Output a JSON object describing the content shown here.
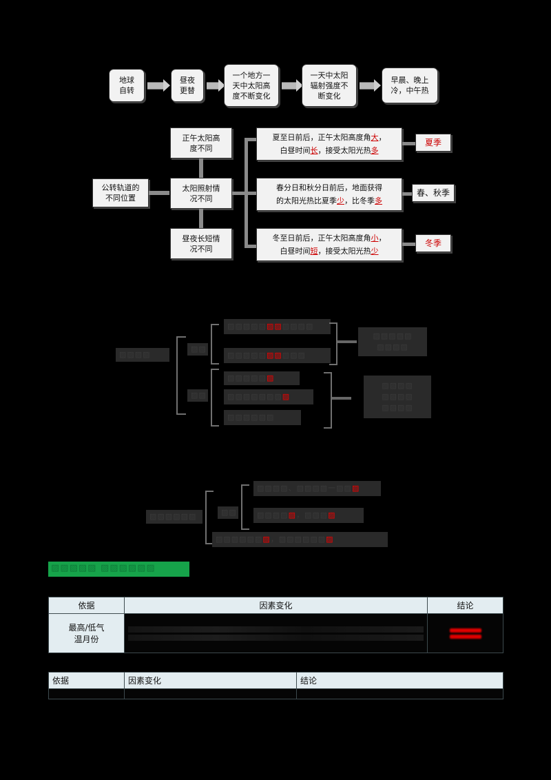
{
  "document": {
    "background": "#000000",
    "page_size": "800x1132"
  },
  "flow1": {
    "name": "earth-rotation-flow",
    "nodes": [
      {
        "id": "n1",
        "lines": [
          "地球",
          "自转"
        ]
      },
      {
        "id": "n2",
        "lines": [
          "昼夜",
          "更替"
        ]
      },
      {
        "id": "n3",
        "lines": [
          "一个地方一",
          "天中太阳高",
          "度不断变化"
        ]
      },
      {
        "id": "n4",
        "lines": [
          "一天中太阳",
          "辐射强度不",
          "断变化"
        ]
      },
      {
        "id": "n5",
        "lines": [
          "早晨、晚上",
          "冷，中午热"
        ]
      }
    ]
  },
  "flow2": {
    "name": "revolution-seasons-flow",
    "root": {
      "lines": [
        "公转轨道的",
        "不同位置"
      ]
    },
    "middle": [
      {
        "lines": [
          "正午太阳高",
          "度不同"
        ]
      },
      {
        "lines": [
          "太阳照射情",
          "况不同"
        ]
      },
      {
        "lines": [
          "昼夜长短情",
          "况不同"
        ]
      }
    ],
    "details": [
      {
        "line1_a": "夏至日前后，正午太阳高度角",
        "line1_hl": "大",
        "line1_b": "，",
        "line2_a": "白昼时间",
        "line2_hl1": "长",
        "line2_b": "，接受太阳光热",
        "line2_hl2": "多"
      },
      {
        "line1_a": "春分日和秋分日前后，地面获得",
        "line1_hl": "",
        "line1_b": "",
        "line2_a": "的太阳光热比夏季",
        "line2_hl1": "少",
        "line2_b": "，比冬季",
        "line2_hl2": "多"
      },
      {
        "line1_a": "冬至日前后，正午太阳高度角",
        "line1_hl": "小",
        "line1_b": "，",
        "line2_a": "白昼时间",
        "line2_hl1": "短",
        "line2_b": "，接受太阳光热",
        "line2_hl2": "少"
      }
    ],
    "results": [
      {
        "text": "夏季",
        "color": "#cc0000"
      },
      {
        "text": "春、秋季",
        "color": "#111111"
      },
      {
        "text": "冬季",
        "color": "#cc0000"
      }
    ]
  },
  "flow3": {
    "name": "faded-diagram-upper",
    "note": "text illegible in scan",
    "root_label": "▨▨▨▨",
    "branch_labels": [
      "▨▨",
      "▨▨"
    ],
    "items_top": [
      {
        "pre": "▨▨▨▨▨",
        "hl": "▨▨",
        "post": "▨▨▨▨"
      },
      {
        "pre": "▨▨▨▨▨",
        "hl": "▨▨",
        "post": "▨▨▨"
      }
    ],
    "items_bottom": [
      {
        "pre": "▨▨▨▨▨",
        "hl": "▨",
        "post": ""
      },
      {
        "pre": "▨▨▨▨▨▨▨",
        "hl": "▨",
        "post": ""
      },
      {
        "pre": "▨▨▨▨▨▨",
        "hl": "",
        "post": ""
      }
    ],
    "results": [
      {
        "lines": [
          "▨▨▨▨▨",
          "▨▨▨▨"
        ]
      },
      {
        "lines": [
          "▨▨▨▨",
          "▨▨▨▨",
          "▨▨▨▨"
        ]
      }
    ]
  },
  "flow4": {
    "name": "faded-diagram-lower",
    "note": "text illegible in scan",
    "root_label": "▨▨▨▨▨▨",
    "branch_label": "▨▨",
    "items": [
      {
        "pre": "▨▨▨▨、▨▨▨▨一▨▨",
        "hl": "▨"
      },
      {
        "pre": "▨▨▨▨",
        "hl": "▨",
        "mid": "，▨▨▨",
        "hl2": "▨"
      },
      {
        "pre": "▨▨▨▨▨▨",
        "hl": "▨",
        "mid": "，▨▨▨▨▨▨",
        "hl2": "▨"
      }
    ]
  },
  "green_heading": {
    "name": "section-heading-highlighted",
    "text": "▨▨▨▨▨  ▨▨▨▨▨▨",
    "highlight_color": "#16a34a"
  },
  "table1": {
    "name": "analysis-table-1",
    "headers": [
      "依据",
      "因素变化",
      "结论"
    ],
    "rows": [
      {
        "basis": [
          "最高/低气",
          "温月份"
        ],
        "factor": [
          "",
          ""
        ],
        "conclusion": [
          "",
          ""
        ]
      }
    ]
  },
  "table2": {
    "name": "analysis-table-2",
    "headers": [
      "依据",
      "因素变化",
      "结论"
    ],
    "rows": []
  }
}
